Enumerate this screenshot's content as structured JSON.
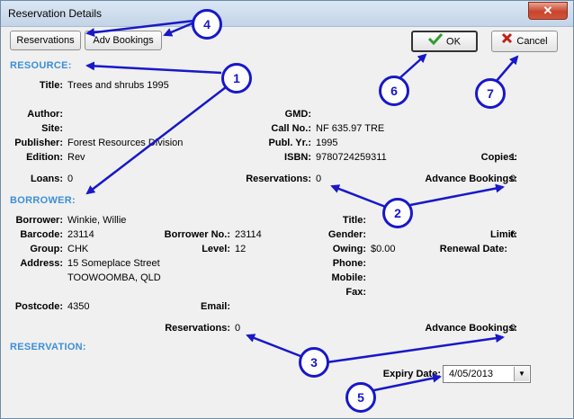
{
  "window": {
    "title": "Reservation Details",
    "close_glyph": "✕"
  },
  "toolbar": {
    "reservations_label": "Reservations",
    "adv_bookings_label": "Adv Bookings",
    "ok_label": "OK",
    "cancel_label": "Cancel"
  },
  "sections": {
    "resource": "RESOURCE:",
    "borrower": "BORROWER:",
    "reservation": "RESERVATION:"
  },
  "resource": {
    "title_label": "Title:",
    "title": "Trees and shrubs 1995",
    "author_label": "Author:",
    "author": "",
    "gmd_label": "GMD:",
    "gmd": "",
    "site_label": "Site:",
    "site": "",
    "call_no_label": "Call No.:",
    "call_no": "NF 635.97 TRE",
    "publisher_label": "Publisher:",
    "publisher": "Forest Resources Division",
    "publ_yr_label": "Publ. Yr.:",
    "publ_yr": "1995",
    "edition_label": "Edition:",
    "edition": "Rev",
    "isbn_label": "ISBN:",
    "isbn": "9780724259311",
    "copies_label": "Copies:",
    "copies": "1",
    "loans_label": "Loans:",
    "loans": "0",
    "reservations_label": "Reservations:",
    "reservations": "0",
    "adv_bookings_label": "Advance Bookings:",
    "adv_bookings": "0"
  },
  "borrower": {
    "borrower_label": "Borrower:",
    "borrower": "Winkie, Willie",
    "title_label": "Title:",
    "title": "",
    "barcode_label": "Barcode:",
    "barcode": "23114",
    "borrower_no_label": "Borrower No.:",
    "borrower_no": "23114",
    "gender_label": "Gender:",
    "gender": "",
    "limit_label": "Limit:",
    "limit": "6",
    "group_label": "Group:",
    "group": "CHK",
    "level_label": "Level:",
    "level": "12",
    "owing_label": "Owing:",
    "owing": "$0.00",
    "renewal_label": "Renewal Date:",
    "renewal": "",
    "address_label": "Address:",
    "address1": "15 Someplace Street",
    "address2": "TOOWOOMBA, QLD",
    "phone_label": "Phone:",
    "phone": "",
    "mobile_label": "Mobile:",
    "mobile": "",
    "fax_label": "Fax:",
    "fax": "",
    "postcode_label": "Postcode:",
    "postcode": "4350",
    "email_label": "Email:",
    "email": "",
    "reservations_label": "Reservations:",
    "reservations": "0",
    "adv_bookings_label": "Advance Bookings:",
    "adv_bookings": "0"
  },
  "reservation": {
    "expiry_label": "Expiry Date:",
    "expiry_value": "4/05/2013"
  },
  "callouts": [
    "1",
    "2",
    "3",
    "4",
    "5",
    "6",
    "7"
  ],
  "icons": {
    "ok": "check-icon",
    "cancel": "x-icon",
    "dropdown": "chevron-down-icon"
  },
  "colors": {
    "section": "#3c8fd6",
    "callout": "#1818c8",
    "ok_check": "#2f9e2f",
    "cancel_x": "#c0201a"
  }
}
